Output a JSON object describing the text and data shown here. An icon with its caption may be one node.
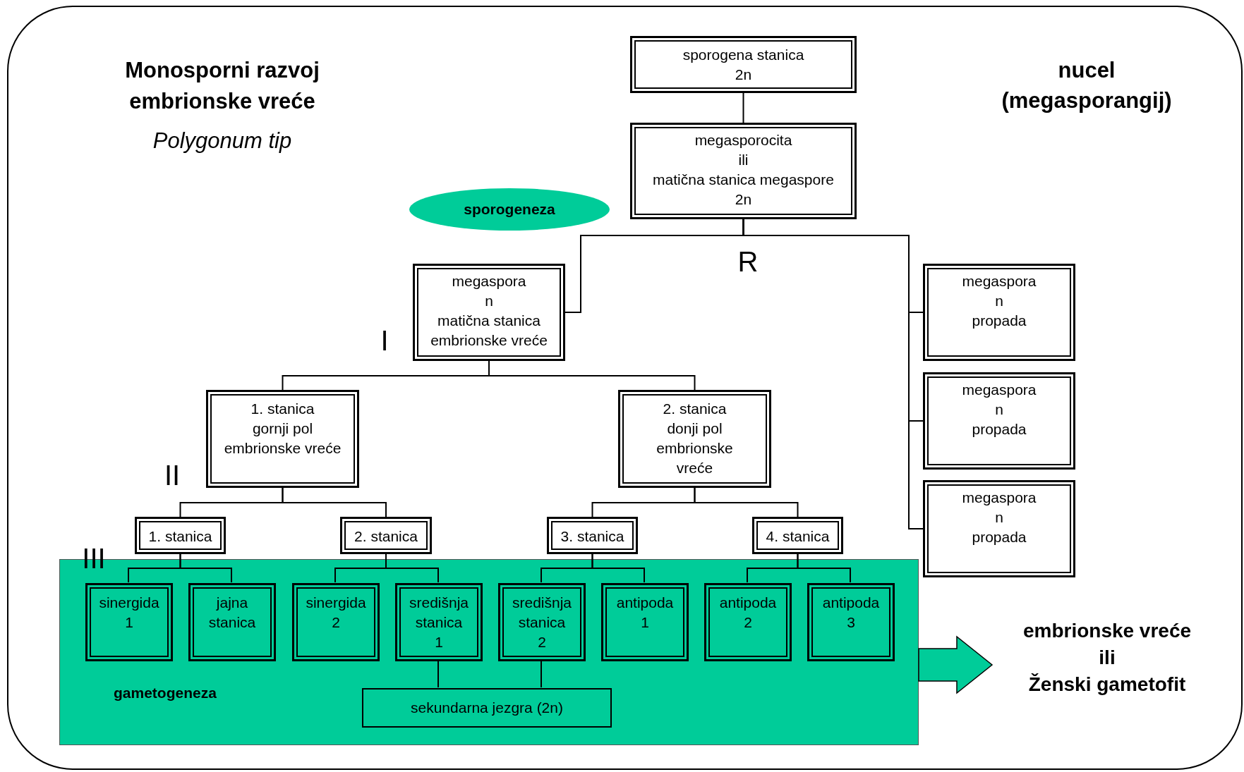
{
  "diagram": {
    "title": "Monosporni razvoj embrionske vreće",
    "nodes": [
      {
        "text": [
          "sporogena stanica",
          "2n"
        ]
      },
      {
        "text": [
          "megasporocita",
          "ili",
          "matična stanica megaspore",
          "2n"
        ]
      },
      {
        "text": [
          "sporogeneza"
        ]
      },
      {
        "text": [
          "megaspora",
          "n",
          "matična stanica",
          "embrionske vreće"
        ]
      },
      {
        "text": [
          "megaspora",
          "n",
          "propada"
        ]
      },
      {
        "text": [
          "megaspora",
          "n",
          "propada"
        ]
      },
      {
        "text": [
          "megaspora",
          "n",
          "propada"
        ]
      },
      {
        "text": [
          "1. stanica",
          "gornji pol",
          "embrionske vreće"
        ]
      },
      {
        "text": [
          "2. stanica",
          "donji pol",
          "embrionske",
          "vreće"
        ]
      },
      {
        "text": [
          "1. stanica"
        ]
      },
      {
        "text": [
          "2. stanica"
        ]
      },
      {
        "text": [
          "3. stanica"
        ]
      },
      {
        "text": [
          "4. stanica"
        ]
      },
      {
        "text": [
          "gametogeneza"
        ]
      },
      {
        "text": [
          "sinergida",
          "1"
        ],
        "in": 13
      },
      {
        "text": [
          "jajna",
          "stanica"
        ],
        "in": 13
      },
      {
        "text": [
          "sinergida",
          "2"
        ],
        "in": 13
      },
      {
        "text": [
          "središnja",
          "stanica",
          "1"
        ],
        "in": 13
      },
      {
        "text": [
          "središnja",
          "stanica",
          "2"
        ],
        "in": 13
      },
      {
        "text": [
          "antipoda",
          "1"
        ],
        "in": 13
      },
      {
        "text": [
          "antipoda",
          "2"
        ],
        "in": 13
      },
      {
        "text": [
          "antipoda",
          "3"
        ],
        "in": 13
      },
      {
        "text": [
          "sekundarna jezgra (2n)"
        ],
        "in": 13
      },
      {
        "text": [
          "embrionske vreće",
          "ili",
          "Ženski gametofit"
        ]
      }
    ],
    "edges": [
      {
        "from": 0,
        "to": 1,
        "arrow": "none"
      },
      {
        "from": 1,
        "to": 3,
        "arrow": "none"
      },
      {
        "from": 1,
        "to": 4,
        "arrow": "none"
      },
      {
        "from": 1,
        "to": 5,
        "arrow": "none"
      },
      {
        "from": 1,
        "to": 6,
        "arrow": "none"
      },
      {
        "from": 3,
        "to": 7,
        "arrow": "none"
      },
      {
        "from": 3,
        "to": 8,
        "arrow": "none"
      },
      {
        "from": 7,
        "to": 9,
        "arrow": "none"
      },
      {
        "from": 7,
        "to": 10,
        "arrow": "none"
      },
      {
        "from": 8,
        "to": 11,
        "arrow": "none"
      },
      {
        "from": 8,
        "to": 12,
        "arrow": "none"
      },
      {
        "from": 9,
        "to": 14,
        "arrow": "none"
      },
      {
        "from": 9,
        "to": 15,
        "arrow": "none"
      },
      {
        "from": 10,
        "to": 16,
        "arrow": "none"
      },
      {
        "from": 10,
        "to": 17,
        "arrow": "none"
      },
      {
        "from": 11,
        "to": 18,
        "arrow": "none"
      },
      {
        "from": 11,
        "to": 19,
        "arrow": "none"
      },
      {
        "from": 12,
        "to": 20,
        "arrow": "none"
      },
      {
        "from": 12,
        "to": 21,
        "arrow": "none"
      },
      {
        "from": 17,
        "to": 22,
        "arrow": "none"
      },
      {
        "from": 18,
        "to": 22,
        "arrow": "none"
      },
      {
        "from": 13,
        "to": 23,
        "arrow": "to",
        "style": "thick",
        "color": "#00cc99"
      }
    ],
    "labels": [
      "Polygonum tip",
      "nucel (megasporangij)",
      "R",
      "I",
      "II",
      "III"
    ]
  }
}
